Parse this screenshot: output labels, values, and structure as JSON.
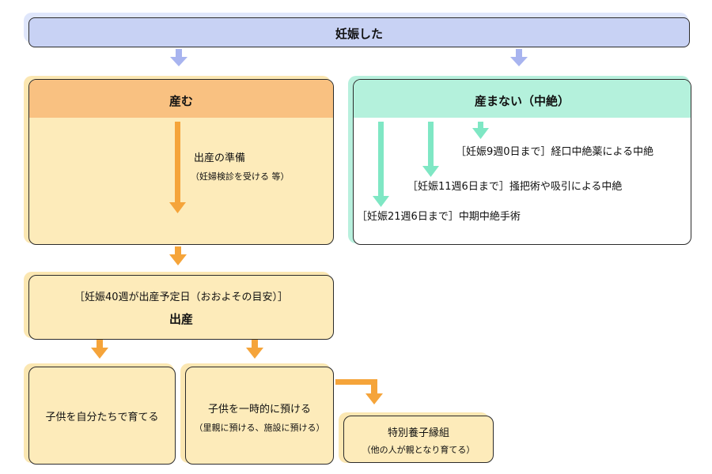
{
  "colors": {
    "blue_arrow": "#a8b4ef",
    "orange_arrow": "#f5a43a",
    "mint_arrow": "#7fe7c4",
    "blue_fill": "#c8d2f4",
    "orange_header": "#f9c181",
    "cream_fill": "#fdebba",
    "mint_fill": "#b4f1dc"
  },
  "top": {
    "label": "妊娠した"
  },
  "birth": {
    "title": "産む",
    "prep": "出産の準備",
    "prep_note": "（妊婦検診を受ける 等）"
  },
  "no_birth": {
    "title": "産まない（中絶）",
    "options": [
      "［妊娠9週0日まで］経口中絶薬による中絶",
      "［妊娠11週6日まで］掻把術や吸引による中絶",
      "［妊娠21週6日まで］中期中絶手術"
    ]
  },
  "delivery": {
    "due": "［妊娠40週が出産予定日（おおよその目安）］",
    "label": "出産"
  },
  "outcomes": {
    "raise_self": "子供を自分たちで育てる",
    "temp_care": "子供を一時的に預ける",
    "temp_care_note": "（里親に預ける、施設に預ける）",
    "adoption": "特別養子縁組",
    "adoption_note": "（他の人が親となり育てる）"
  }
}
